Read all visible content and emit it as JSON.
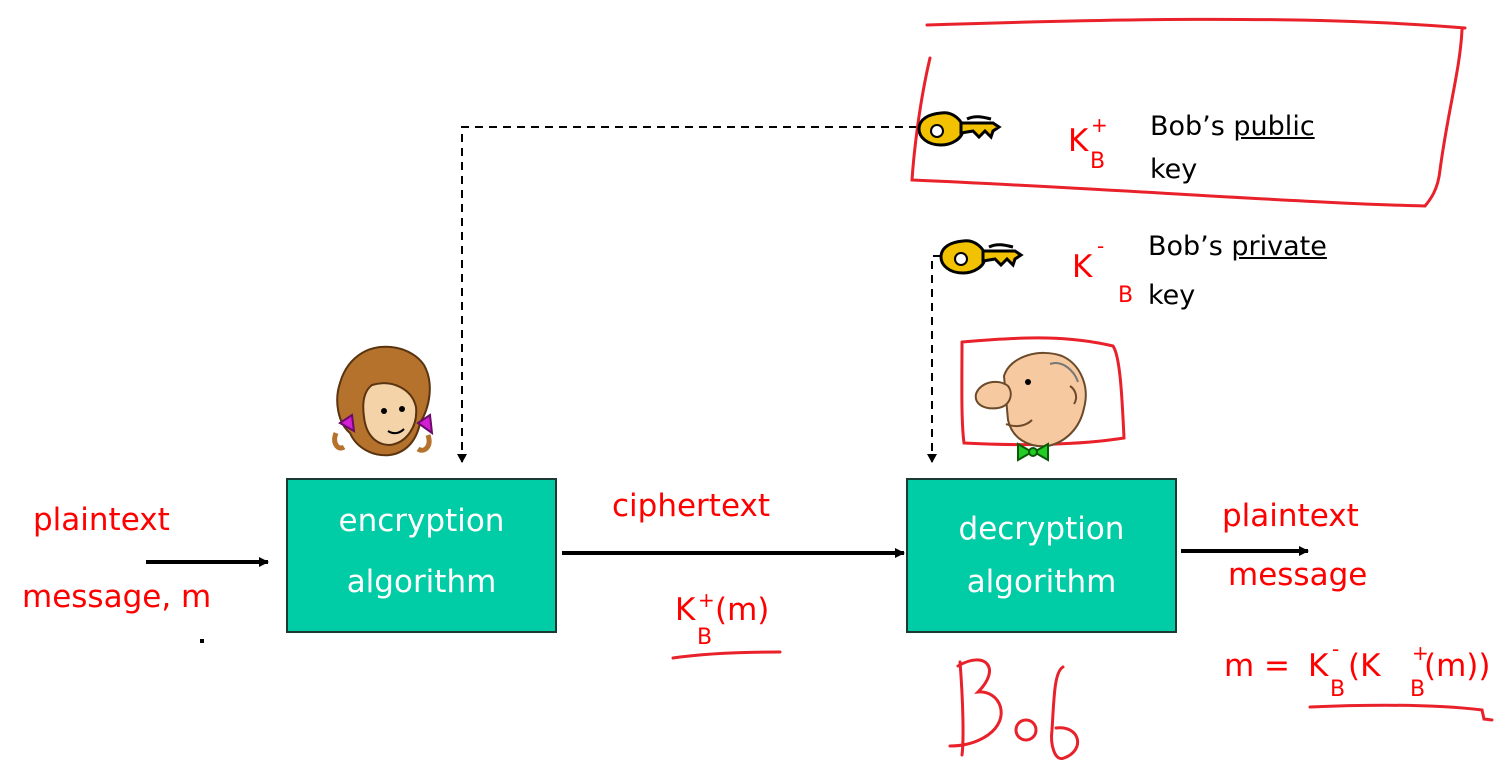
{
  "colors": {
    "box_fill": "#00cca5",
    "annotation": "#e8212a",
    "text_red": "#ff0000",
    "arrow": "#000000"
  },
  "left": {
    "plaintext_line1": "plaintext",
    "plaintext_line2": "message, m"
  },
  "encryption": {
    "line1": "encryption",
    "line2": "algorithm"
  },
  "ciphertext": {
    "label": "ciphertext",
    "key_letter": "K",
    "key_sup": "+",
    "key_sub": "B",
    "arg": "(m)"
  },
  "decryption": {
    "line1": "decryption",
    "line2": "algorithm"
  },
  "right": {
    "plaintext_line1": "plaintext",
    "plaintext_line2": "message",
    "formula": {
      "m_eq": "m = ",
      "k1": "K",
      "k1_sup": "-",
      "k1_sub": "B",
      "open": "(K ",
      "k2_sup": "+",
      "k2_sub": "B",
      "close": "(m))"
    }
  },
  "public_key": {
    "letter": "K",
    "sup": "+",
    "sub": "B",
    "desc_prefix": "Bob’s ",
    "desc_underlined": "public",
    "desc_line2": "key"
  },
  "private_key": {
    "letter": "K",
    "sup": "-",
    "sub": "B",
    "desc_prefix": "Bob’s ",
    "desc_underlined": "private",
    "desc_line2": "key"
  },
  "icons": [
    "golden-key-icon",
    "alice-cartoon-icon",
    "bob-cartoon-icon"
  ],
  "handwriting": {
    "bob_name": "Bob"
  }
}
